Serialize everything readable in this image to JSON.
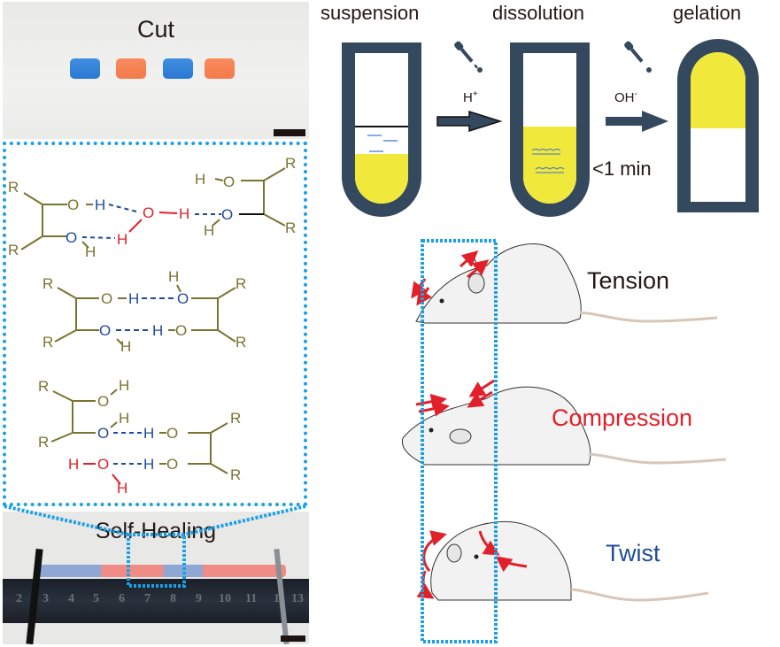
{
  "panels": {
    "cut": {
      "title": "Cut"
    },
    "self_healing": {
      "title": "Self-Healing",
      "ruler_numbers": [
        "2",
        "3",
        "4",
        "5",
        "6",
        "7",
        "8",
        "9",
        "10",
        "11",
        "1",
        "13"
      ]
    },
    "chemistry": {
      "structure1": {
        "labels_olive": [
          "R",
          "R",
          "O",
          "H",
          "O",
          "R",
          "R"
        ],
        "labels_blue": [
          "H",
          "O",
          "O"
        ],
        "labels_red": [
          "O",
          "H",
          "H"
        ],
        "h_extra": [
          "H",
          "H"
        ]
      }
    },
    "process": {
      "steps": [
        "suspension",
        "dissolution",
        "gelation"
      ],
      "reagent1": "H",
      "reagent1_sup": "+",
      "reagent2": "OH",
      "reagent2_sup": "-",
      "time_note": "<1 min"
    },
    "deformation": {
      "tension": "Tension",
      "compression": "Compression",
      "twist": "Twist"
    }
  },
  "colors": {
    "dotted_box": "#1aa0e6",
    "tube": "#34495e",
    "gel_yellow": "#f0e83a",
    "olive": "#7a7431",
    "blue_text": "#1e4c9a",
    "red_text": "#e2202a",
    "arrow_red": "#e2202a"
  }
}
